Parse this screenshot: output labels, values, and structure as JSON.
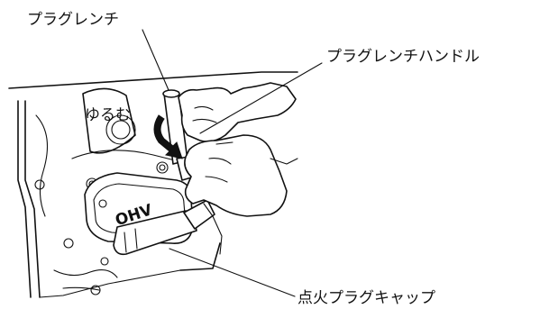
{
  "diagram": {
    "labels": {
      "plug_wrench": "プラグレンチ",
      "plug_wrench_handle": "プラグレンチハンドル",
      "loosen": "ゆるむ",
      "spark_plug_cap": "点火プラグキャップ"
    },
    "engraving": "OHV"
  }
}
